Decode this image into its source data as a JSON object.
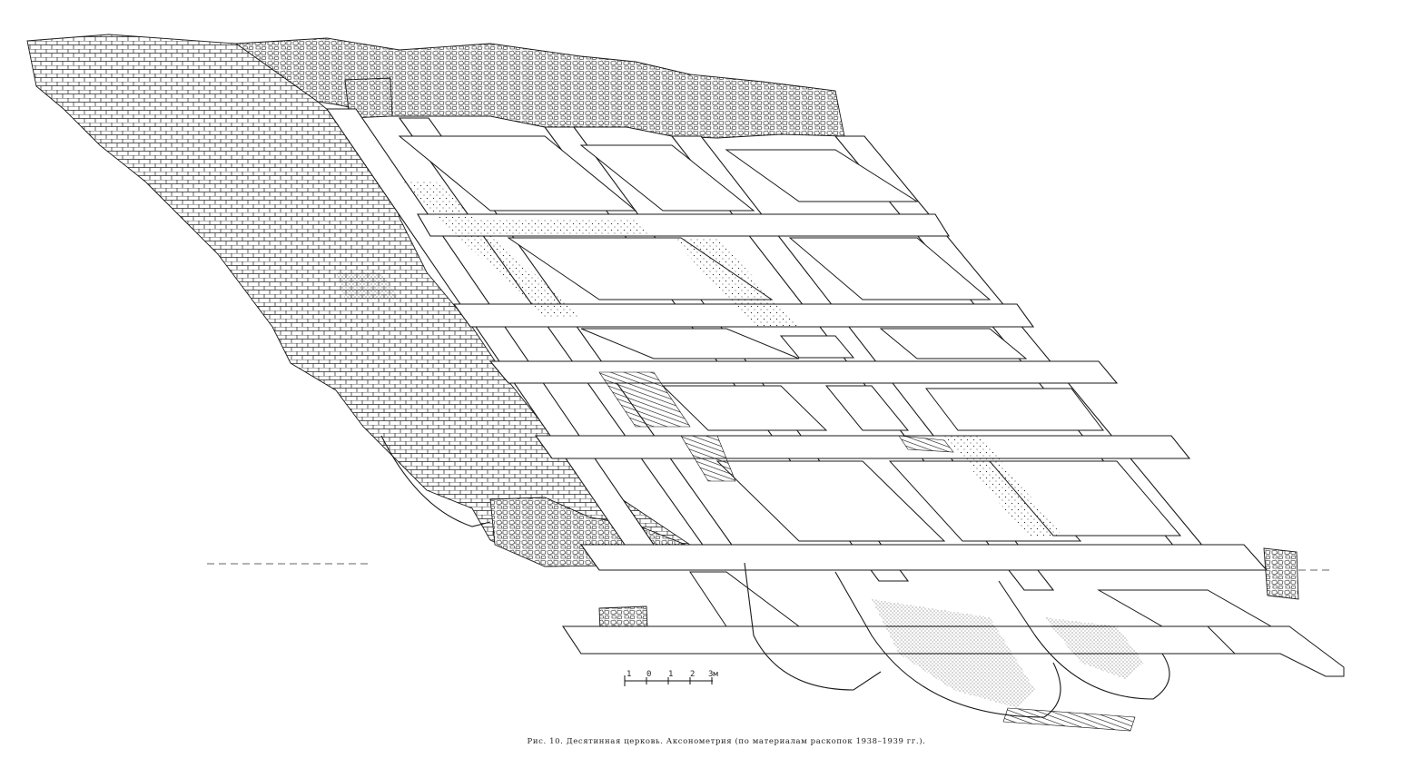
{
  "figure": {
    "caption": "Рис. 10. Десятинная церковь. Аксонометрия (по материалам раскопок 1938–1939 гг.)."
  },
  "scale_bar": {
    "ticks": [
      "1",
      "0",
      "1",
      "2",
      "3м"
    ]
  },
  "colors": {
    "ink": "#1a1a1a",
    "paper": "#ffffff",
    "stipple": "#333333"
  }
}
